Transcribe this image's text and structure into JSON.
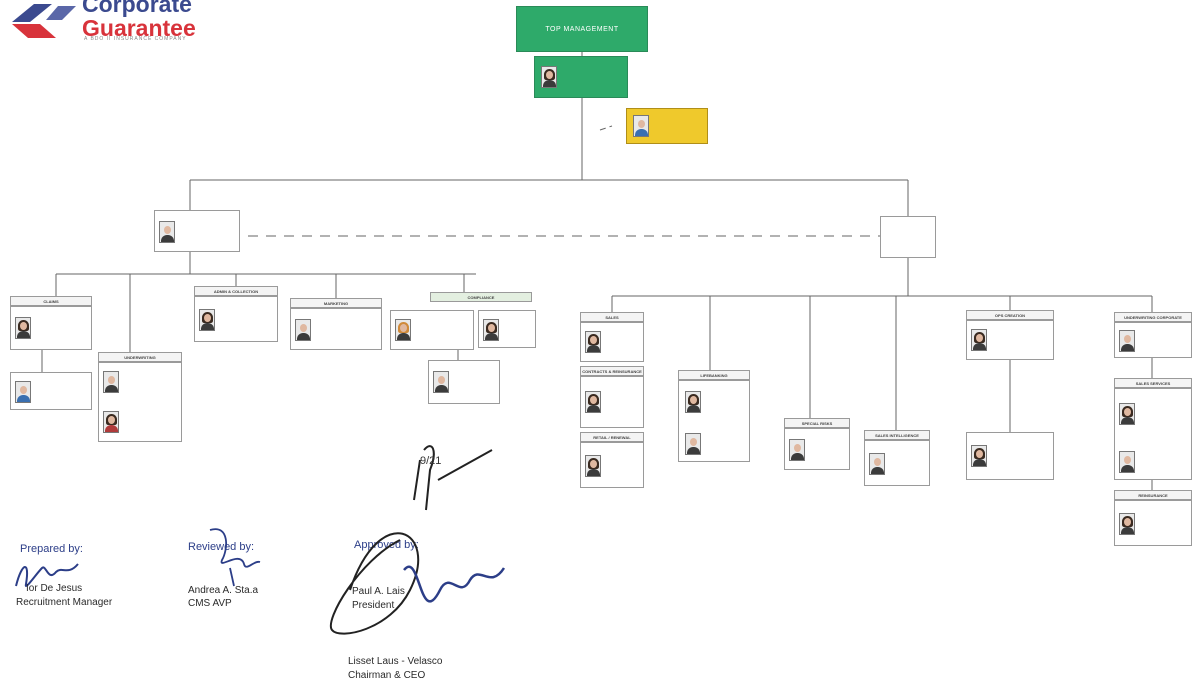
{
  "logo": {
    "line1": "Corporate",
    "line2": "Guarantee",
    "tagline": "A BDO II INSURANCE COMPANY"
  },
  "top": {
    "title": "TOP MANAGEMENT"
  },
  "colors": {
    "top_green": "#2eaa6a",
    "advisor_yellow": "#efc92c",
    "line": "#666666"
  },
  "departments": {
    "claims": "CLAIMS",
    "underwriting": "UNDERWRITING",
    "admin_collection": "ADMIN & COLLECTION",
    "marketing": "MARKETING",
    "compliance": "COMPLIANCE",
    "sales": "SALES",
    "contracts": "CONTRACTS & REINSURANCE",
    "retail": "RETAIL / RENEWAL",
    "lifebanking": "LIFEBANKING",
    "special_risks": "SPECIAL RISKS",
    "sales_intelligence": "SALES INTELLIGENCE",
    "ops": "OPS CREATION",
    "underwriting_corporate": "UNDERWRITING CORPORATE",
    "sales_services": "SALES SERVICES",
    "reinsurance": "REINSURANCE"
  },
  "signatures": {
    "prepared_label": "Prepared by:",
    "prepared_name": "Ior De Jesus",
    "prepared_title": "Recruitment Manager",
    "reviewed_label": "Reviewed by:",
    "reviewed_name": "Andrea A. Sta.a",
    "reviewed_title": "CMS AVP",
    "approved_label": "Approved by:",
    "president_name": "Paul A. Lais",
    "president_title": "President",
    "chairman_name": "Lisset Laus - Velasco",
    "chairman_title": "Chairman & CEO",
    "date_mark": "9/21"
  }
}
